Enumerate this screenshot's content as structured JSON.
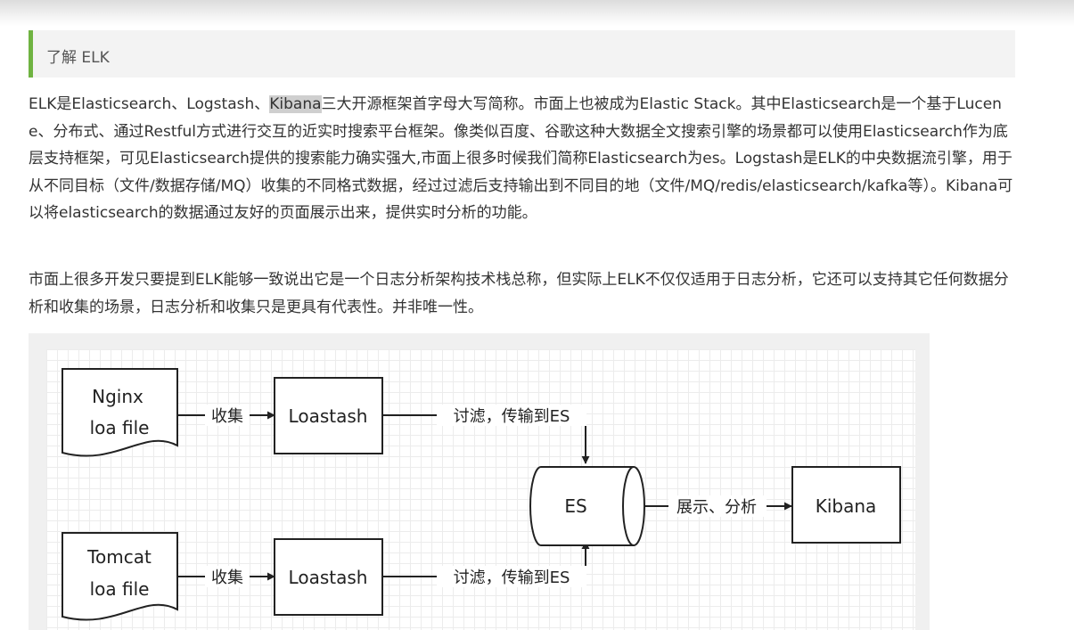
{
  "blockquote": {
    "title": "了解 ELK"
  },
  "article": {
    "para1": {
      "pre": "ELK是Elasticsearch、Logstash、",
      "highlight": "Kibana",
      "post": "三大开源框架首字母大写简称。市面上也被成为Elastic Stack。其中Elasticsearch是一个基于Lucene、分布式、通过Restful方式进行交互的近实时搜索平台框架。像类似百度、谷歌这种大数据全文搜索引擎的场景都可以使用Elasticsearch作为底层支持框架，可见Elasticsearch提供的搜索能力确实强大,市面上很多时候我们简称Elasticsearch为es。Logstash是ELK的中央数据流引擎，用于从不同目标（文件/数据存储/MQ）收集的不同格式数据，经过过滤后支持输出到不同目的地（文件/MQ/redis/elasticsearch/kafka等）。Kibana可以将elasticsearch的数据通过友好的页面展示出来，提供实时分析的功能。"
    },
    "para2": "市面上很多开发只要提到ELK能够一致说出它是一个日志分析架构技术栈总称，但实际上ELK不仅仅适用于日志分析，它还可以支持其它任何数据分析和收集的场景，日志分析和收集只是更具有代表性。并非唯一性。"
  },
  "diagram": {
    "nginx_line1": "Nginx",
    "nginx_line2": "loa file",
    "tomcat_line1": "Tomcat",
    "tomcat_line2": "loa file",
    "collect_label_top": "收集",
    "collect_label_bottom": "收集",
    "logstash_top": "Loastash",
    "logstash_bottom": "Loastash",
    "filter_label_top": "讨滤，传输到ES",
    "filter_label_bottom": "讨滤，传输到ES",
    "es": "ES",
    "show_label": "展示、分析",
    "kibana": "Kibana"
  }
}
